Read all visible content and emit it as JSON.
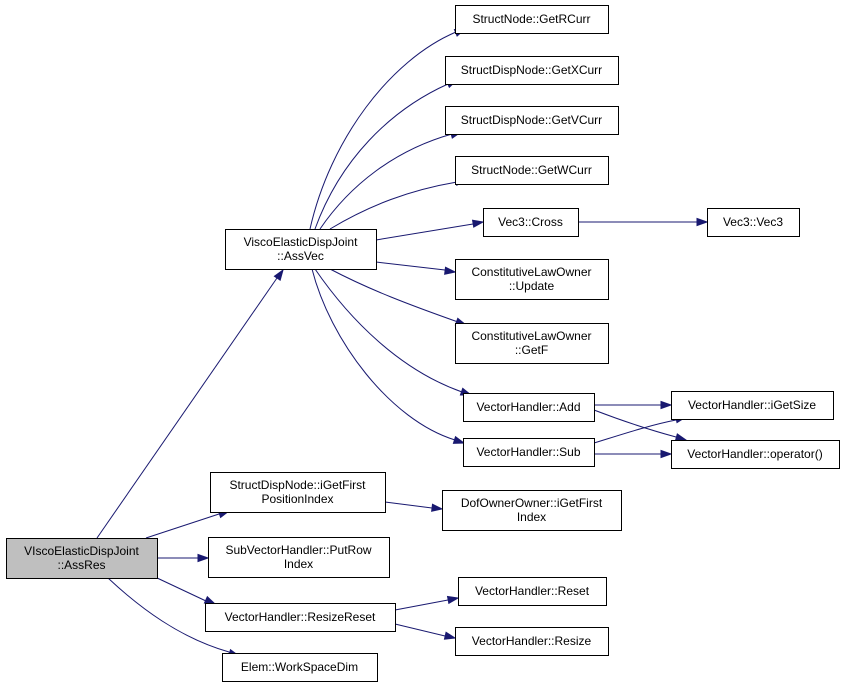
{
  "nodes": {
    "assres": [
      "VIscoElasticDispJoint",
      "::AssRes"
    ],
    "assvec": [
      "ViscoElasticDispJoint",
      "::AssVec"
    ],
    "getrcurr": [
      "StructNode::GetRCurr"
    ],
    "getxcurr": [
      "StructDispNode::GetXCurr"
    ],
    "getvcurr": [
      "StructDispNode::GetVCurr"
    ],
    "getwcurr": [
      "StructNode::GetWCurr"
    ],
    "cross": [
      "Vec3::Cross"
    ],
    "vec3": [
      "Vec3::Vec3"
    ],
    "clo_update": [
      "ConstitutiveLawOwner",
      "::Update"
    ],
    "clo_getf": [
      "ConstitutiveLawOwner",
      "::GetF"
    ],
    "vh_add": [
      "VectorHandler::Add"
    ],
    "vh_sub": [
      "VectorHandler::Sub"
    ],
    "vh_igetsize": [
      "VectorHandler::iGetSize"
    ],
    "vh_operator": [
      "VectorHandler::operator()"
    ],
    "sdn_igetfirst": [
      "StructDispNode::iGetFirst",
      "PositionIndex"
    ],
    "doo_igetfirst": [
      "DofOwnerOwner::iGetFirst",
      "Index"
    ],
    "svh_putrow": [
      "SubVectorHandler::PutRow",
      "Index"
    ],
    "vh_resizereset": [
      "VectorHandler::ResizeReset"
    ],
    "vh_reset": [
      "VectorHandler::Reset"
    ],
    "vh_resize": [
      "VectorHandler::Resize"
    ],
    "elem_wsdim": [
      "Elem::WorkSpaceDim"
    ]
  },
  "colors": {
    "edge": "#191970",
    "root_fill": "#bfbfbf"
  }
}
